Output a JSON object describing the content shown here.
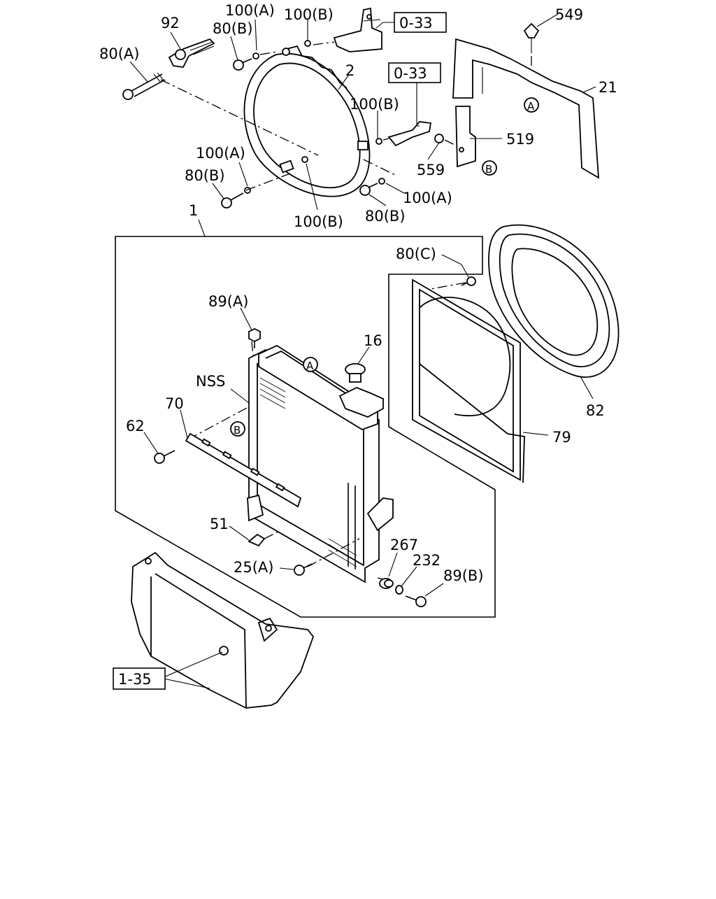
{
  "labels": {
    "p92": "92",
    "p100a_1": "100(A)",
    "p100b_1": "100(B)",
    "p80b_1": "80(B)",
    "p80a": "80(A)",
    "ref_033_1": "0-33",
    "p549": "549",
    "p2": "2",
    "ref_033_2": "0-33",
    "p21": "21",
    "p100b_2": "100(B)",
    "p519": "519",
    "p559": "559",
    "p100a_2": "100(A)",
    "p80b_2": "80(B)",
    "p100a_3": "100(A)",
    "p80b_3": "80(B)",
    "p100b_3": "100(B)",
    "p1": "1",
    "p80c": "80(C)",
    "p89a": "89(A)",
    "p16": "16",
    "nss": "NSS",
    "p70": "70",
    "p62": "62",
    "p82": "82",
    "p79": "79",
    "p51": "51",
    "p267": "267",
    "p232": "232",
    "p25a": "25(A)",
    "p89b": "89(B)",
    "ref_135": "1-35"
  },
  "markers": {
    "a": "A",
    "b": "B"
  }
}
